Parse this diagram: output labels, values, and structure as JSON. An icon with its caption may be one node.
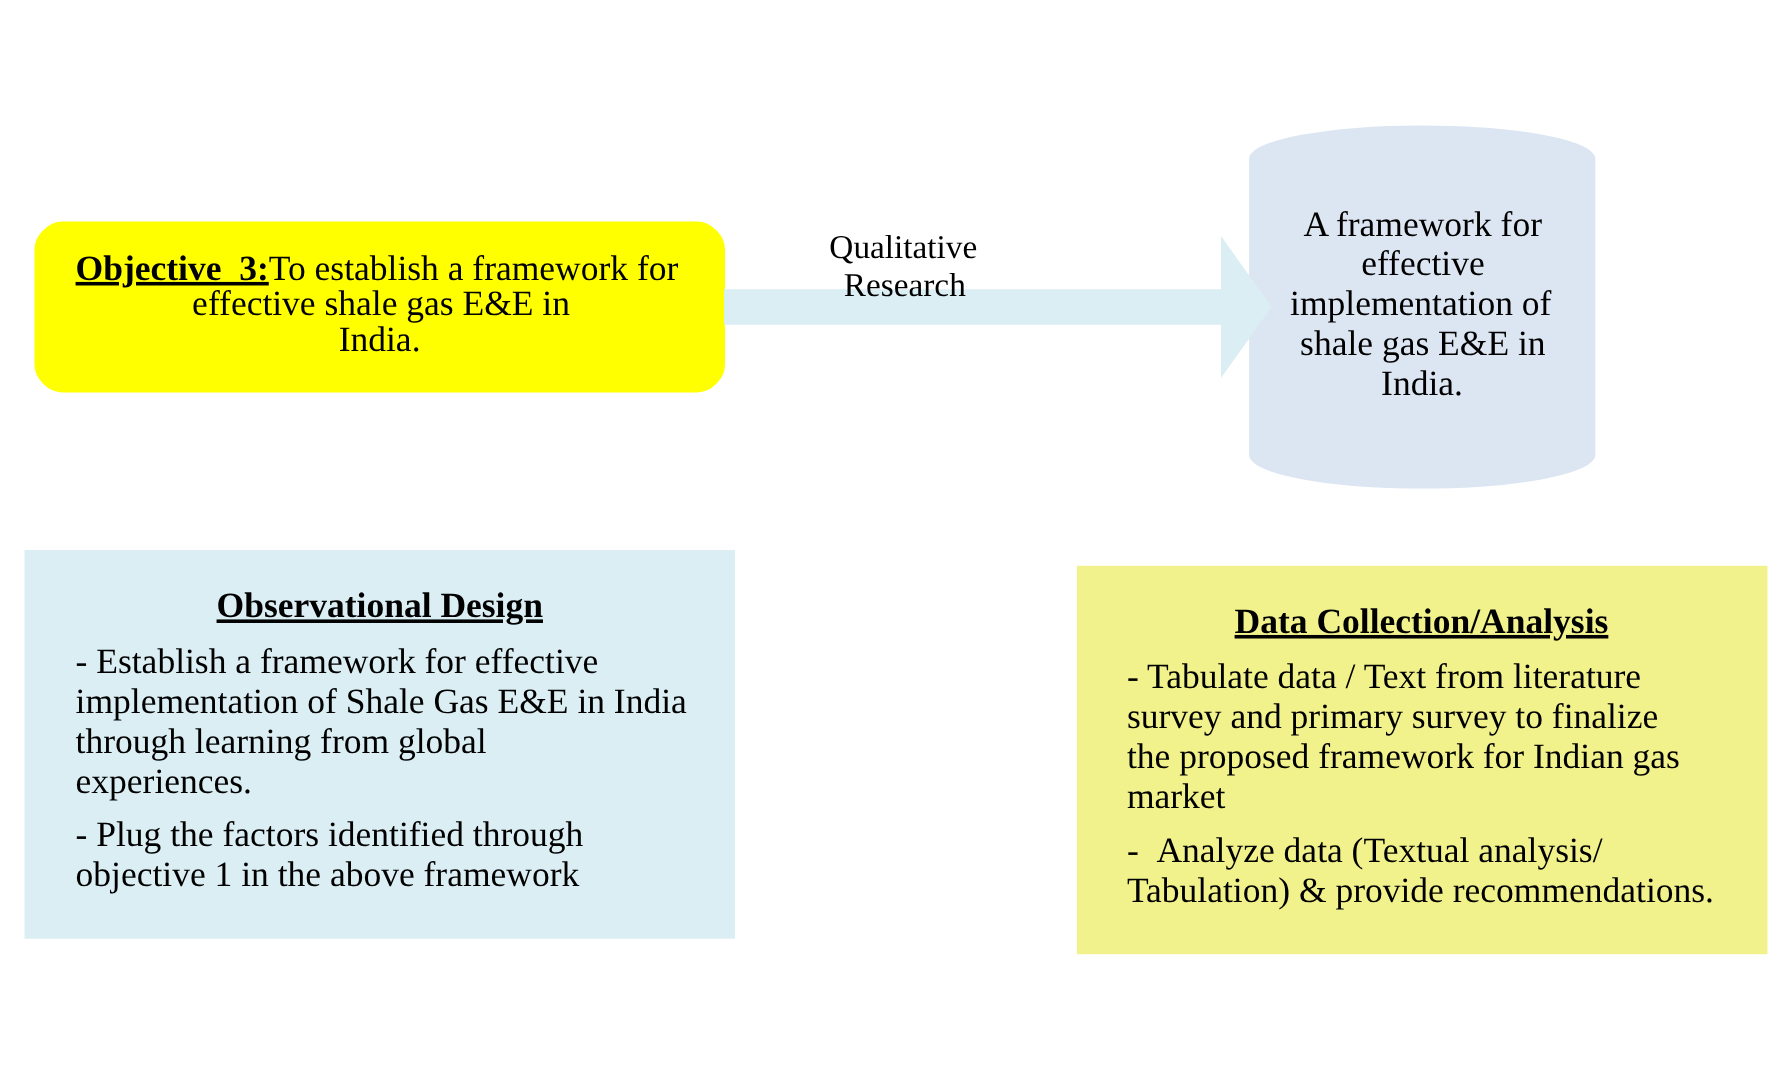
{
  "diagram": {
    "nodes": [
      {
        "text": [
          "Objective  3:",
          "To establish a framework for effective shale gas E&E in India."
        ]
      },
      {
        "text": [
          "A framework for effective implementation of shale gas E&E in India."
        ]
      },
      {
        "text": [
          "Observational Design",
          "- Establish a framework for effective implementation of Shale Gas E&E in India through learning from global experiences.",
          "- Plug the factors identified through objective 1 in the above framework"
        ]
      },
      {
        "text": [
          "Data Collection/Analysis",
          "- Tabulate data / Text from literature survey and primary survey to finalize the proposed framework for Indian gas market",
          "-  Analyze data (Textual analysis/ Tabulation) & provide recommendations."
        ]
      }
    ],
    "edges": [
      {
        "from": 0,
        "to": 1,
        "arrow": "to",
        "label": "Qualitative Research",
        "color": "#daeef3"
      }
    ]
  }
}
